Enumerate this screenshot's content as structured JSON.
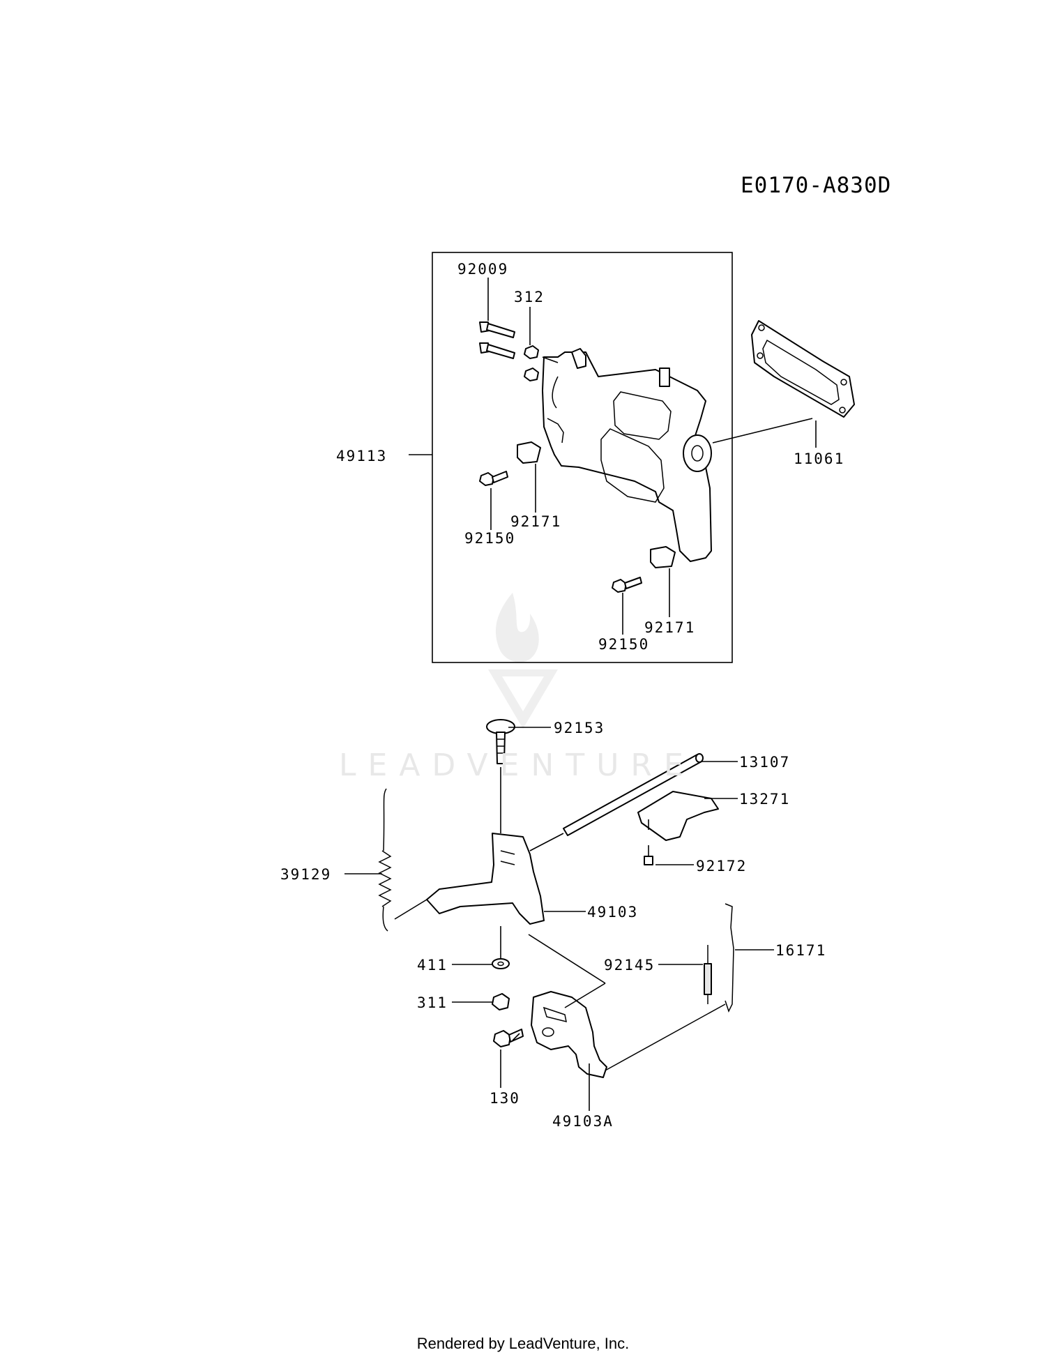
{
  "diagram_code": "E0170-A830D",
  "watermark": {
    "text": "LEADVENTURE",
    "icon": "flame-logo"
  },
  "footer": "Rendered by LeadVenture, Inc.",
  "part_labels": {
    "p92009": "92009",
    "p312": "312",
    "p49113": "49113",
    "p11061": "11061",
    "p92171a": "92171",
    "p92150a": "92150",
    "p92171b": "92171",
    "p92150b": "92150",
    "p92153": "92153",
    "p13107": "13107",
    "p13271": "13271",
    "p39129": "39129",
    "p92172": "92172",
    "p49103": "49103",
    "p411": "411",
    "p92145": "92145",
    "p16171": "16171",
    "p311": "311",
    "p130": "130",
    "p49103A": "49103A"
  }
}
